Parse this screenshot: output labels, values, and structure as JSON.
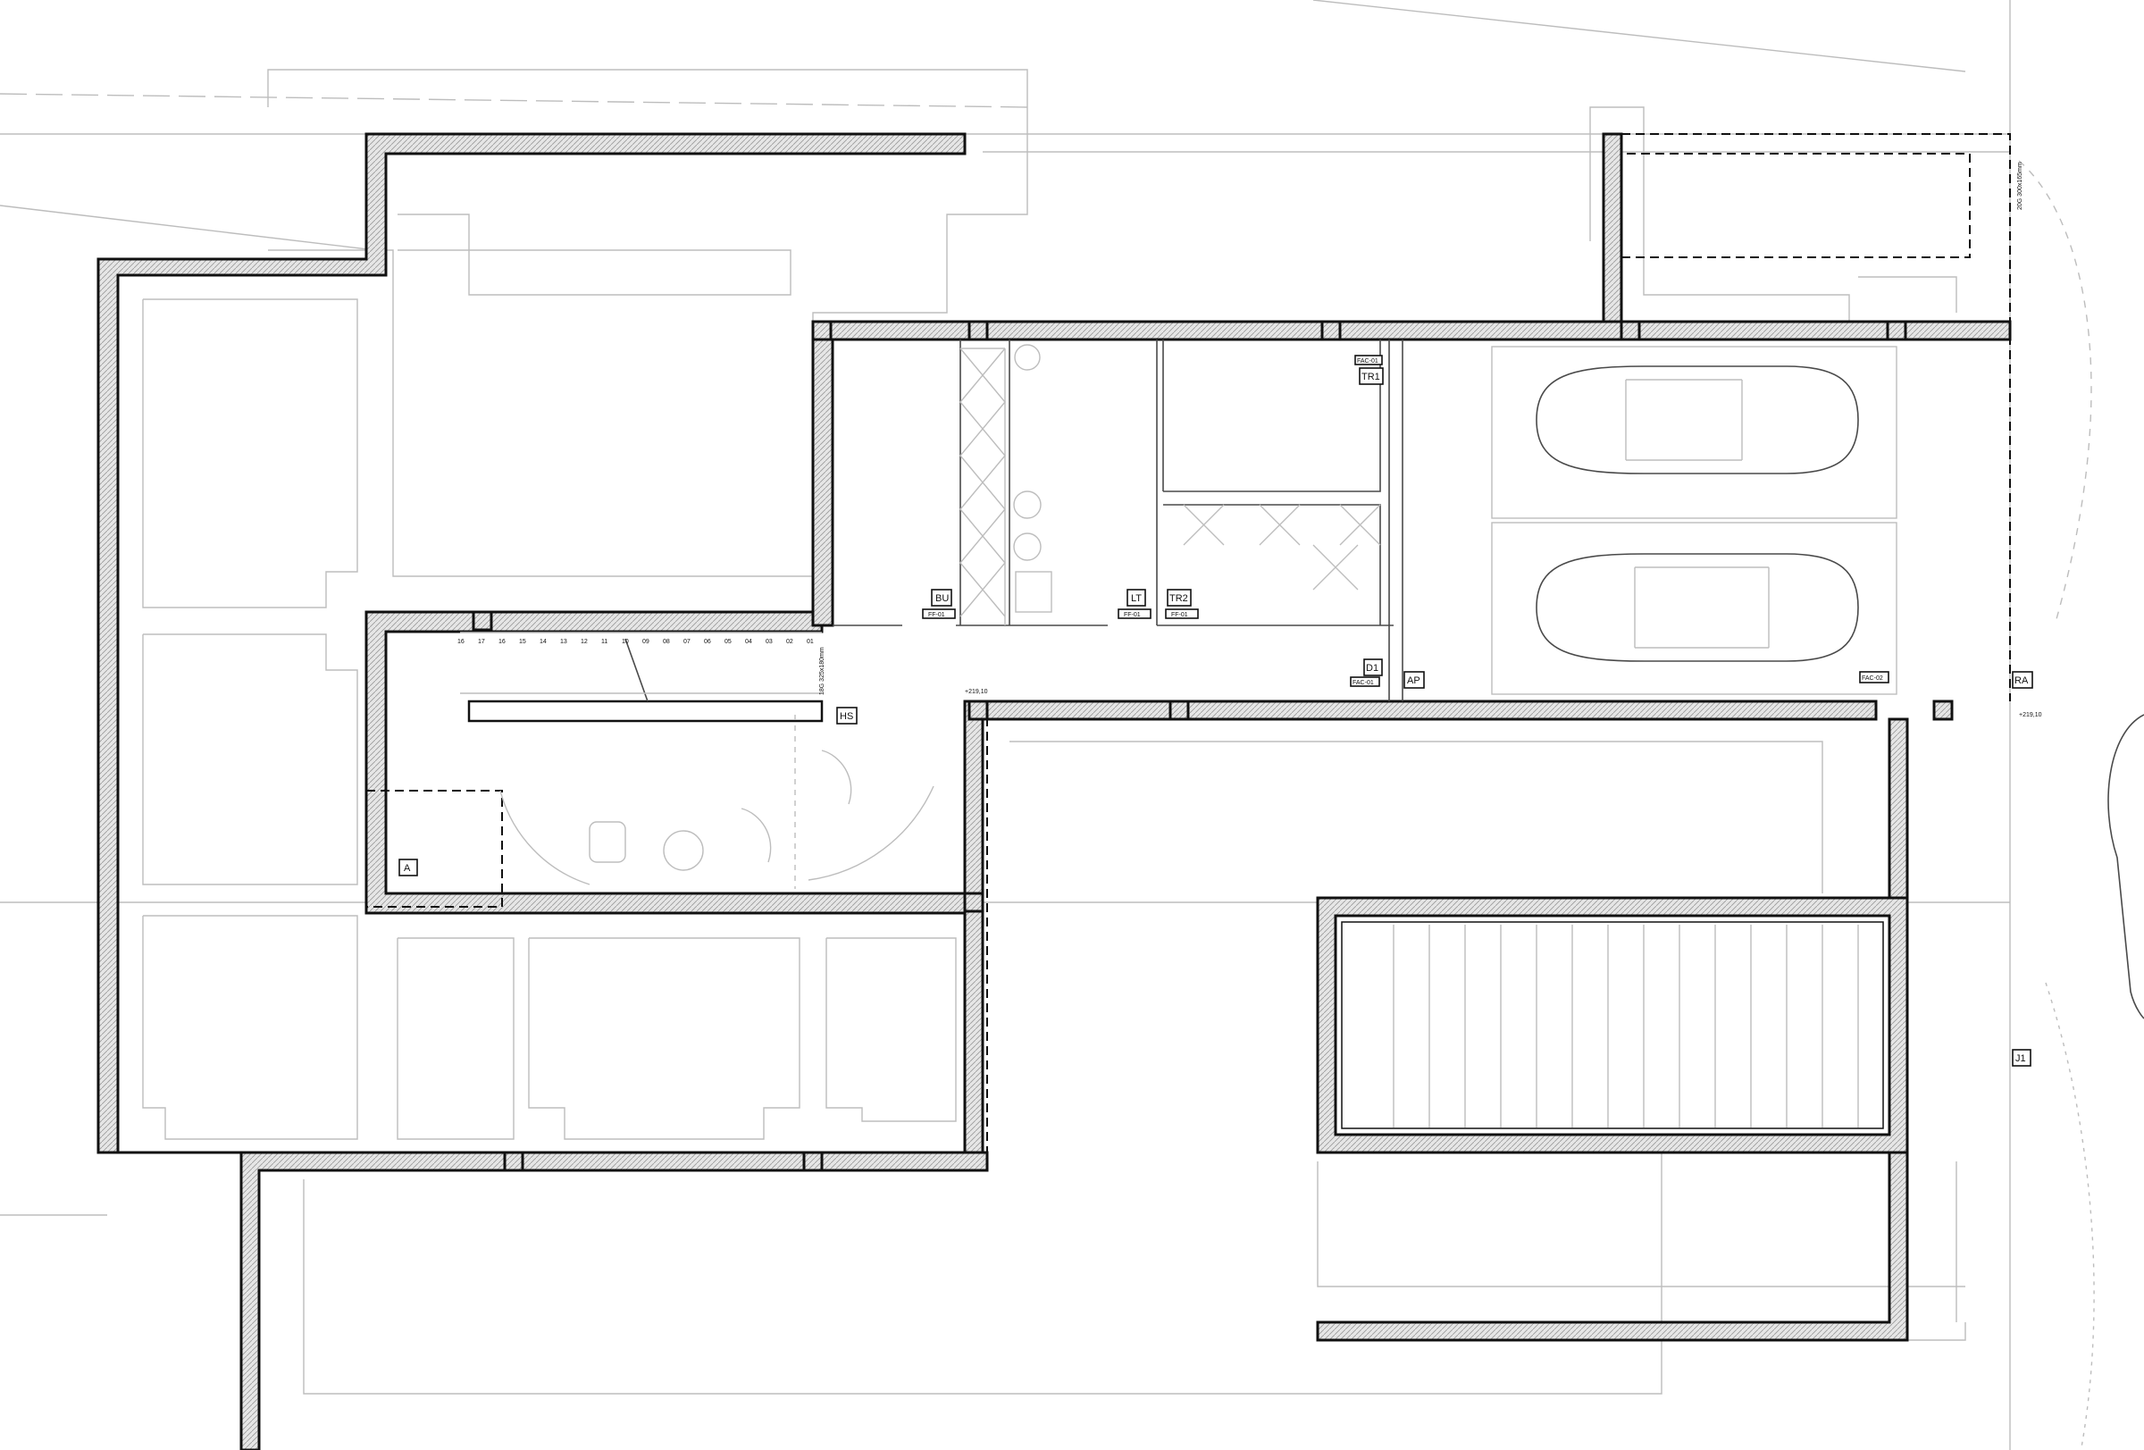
{
  "room_tags": {
    "bu": "BU",
    "lt": "LT",
    "tr1": "TR1",
    "tr2": "TR2",
    "d1": "D1",
    "ap": "AP",
    "hs": "HS",
    "a": "A",
    "ra": "RA",
    "j1": "J1"
  },
  "fixture_tags": {
    "fac01_top": "FAC-01",
    "fac01_bottom": "FAC-01",
    "fac02": "FAC-02",
    "ff01_bu": "FF-01",
    "ff01_lt": "FF-01",
    "ff01_tr2": "FF-01"
  },
  "levels": {
    "stair_top": "+219,10",
    "right_edge": "+219,10"
  },
  "dimensions": {
    "stair_spec": "18G 325x180mm",
    "ramp_spec": "20G 300x165mm"
  },
  "stair_step_numbers": [
    "16",
    "17",
    "16",
    "15",
    "14",
    "13",
    "12",
    "11",
    "10",
    "09",
    "08",
    "07",
    "06",
    "05",
    "04",
    "03",
    "02",
    "01"
  ],
  "colors": {
    "wall_stroke": "#111111",
    "hatch": "#c8c8c8",
    "context_line": "#bdbdbd",
    "background": "#ffffff"
  }
}
